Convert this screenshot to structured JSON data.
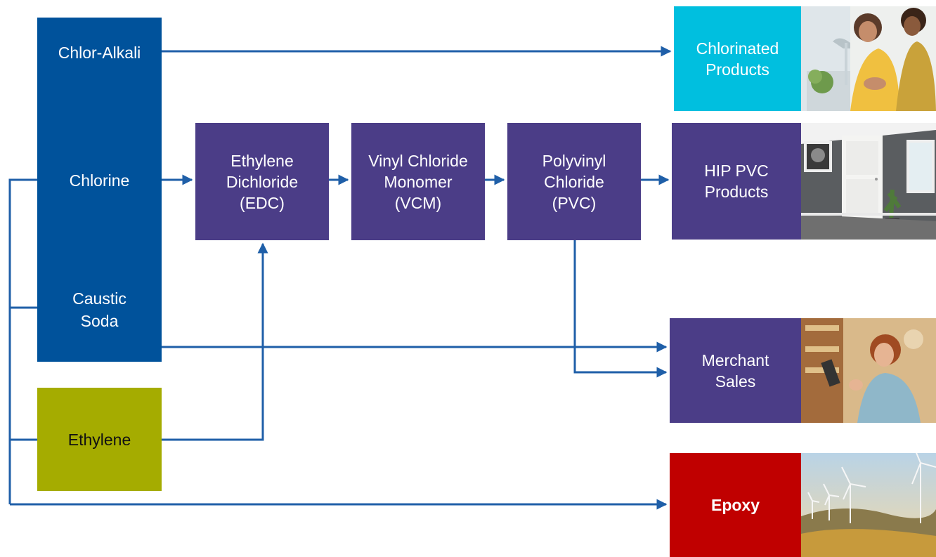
{
  "colors": {
    "blue": "#00529b",
    "purple": "#4b3d87",
    "olive": "#a5ac00",
    "cyan": "#00bfdf",
    "red": "#c00000",
    "arrow": "#1f5fa8"
  },
  "sources": {
    "column_labels": [
      "Chlor-Alkali",
      "Chlorine",
      "Caustic\nSoda"
    ],
    "ethylene": "Ethylene"
  },
  "chain": [
    "Ethylene\nDichloride\n(EDC)",
    "Vinyl Chloride\nMonomer\n(VCM)",
    "Polyvinyl\nChloride\n(PVC)"
  ],
  "outputs": {
    "chlorinated": "Chlorinated\nProducts",
    "hip_pvc": "HIP PVC\nProducts",
    "merchant": "Merchant\nSales",
    "epoxy": "Epoxy"
  },
  "photos": [
    "kitchen-sink-photo",
    "room-interior-photo",
    "store-shopper-photo",
    "wind-turbines-photo"
  ]
}
